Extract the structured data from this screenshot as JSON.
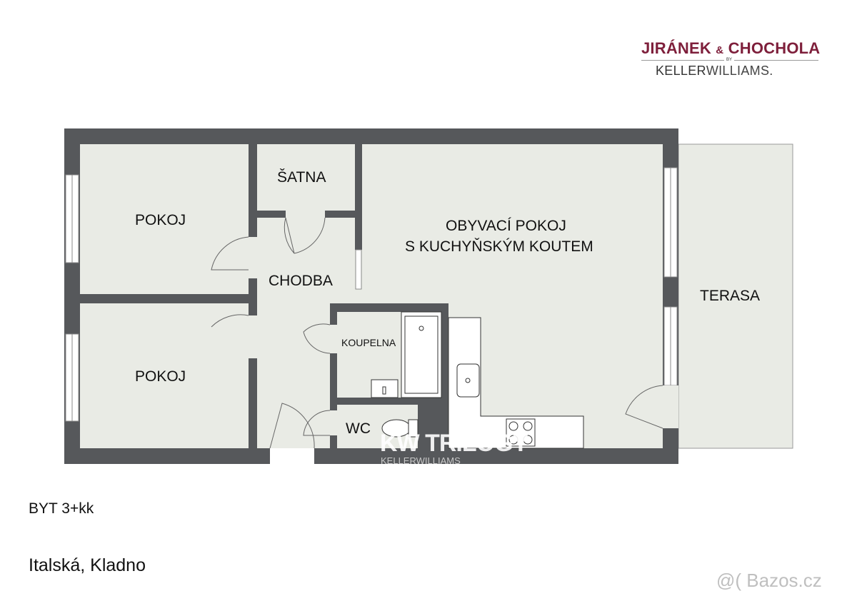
{
  "logo": {
    "brand_line1": "JIRÁNEK",
    "amp": "&",
    "brand_line2": "CHOCHOLA",
    "by": "BY",
    "sub_bold": "KELLER",
    "sub_light": "WILLIAMS."
  },
  "rooms": {
    "pokoj_top": "POKOJ",
    "satna": "ŠATNA",
    "obyvaci_1": "OBYVACÍ POKOJ",
    "obyvaci_2": "S KUCHYŇSKÝM KOUTEM",
    "chodba": "CHODBA",
    "koupelna": "KOUPELNA",
    "pokoj_bottom": "POKOJ",
    "wc": "WC",
    "terasa": "TERASA"
  },
  "watermark": {
    "main": "KW TRILOGY",
    "sub": "KELLERWILLIAMS"
  },
  "caption": {
    "type": "BYT 3+kk",
    "location": "Italská, Kladno"
  },
  "site_watermark": "@( Bazos.cz",
  "colors": {
    "wall": "#56585b",
    "floor": "#e9ebe5",
    "brand": "#7e1f3b"
  }
}
